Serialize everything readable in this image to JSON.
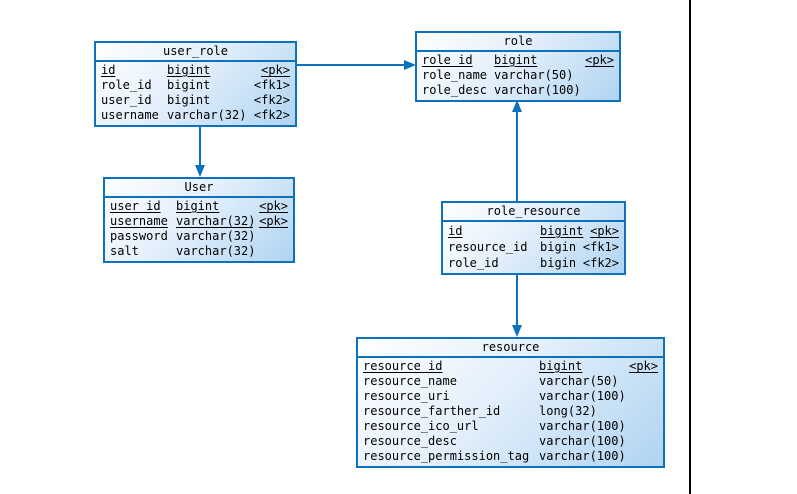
{
  "colors": {
    "table_border": "#0d72bd",
    "table_fill_top": "#ffffff",
    "table_fill_bottom": "#b0d4f1",
    "connector": "#0d72bd",
    "page_break_line": "#000000",
    "text": "#000000"
  },
  "tables": [
    {
      "title": "user_role",
      "columns": [
        {
          "name": "id",
          "type": "bigint",
          "key": "<pk>"
        },
        {
          "name": "role_id",
          "type": "bigint",
          "key": "<fk1>"
        },
        {
          "name": "user_id",
          "type": "bigint",
          "key": "<fk2>"
        },
        {
          "name": "username",
          "type": "varchar(32)",
          "key": "<fk2>"
        }
      ]
    },
    {
      "title": "role",
      "columns": [
        {
          "name": "role_id",
          "type": "bigint",
          "key": "<pk>"
        },
        {
          "name": "role_name",
          "type": "varchar(50)",
          "key": ""
        },
        {
          "name": "role_desc",
          "type": "varchar(100)",
          "key": ""
        }
      ]
    },
    {
      "title": "User",
      "columns": [
        {
          "name": "user_id",
          "type": "bigint",
          "key": "<pk>"
        },
        {
          "name": "username",
          "type": "varchar(32)",
          "key": "<pk>"
        },
        {
          "name": "password",
          "type": "varchar(32)",
          "key": ""
        },
        {
          "name": "salt",
          "type": "varchar(32)",
          "key": ""
        }
      ]
    },
    {
      "title": "role_resource",
      "columns": [
        {
          "name": "id",
          "type": "bigint",
          "key": "<pk>"
        },
        {
          "name": "resource_id",
          "type": "bigint",
          "key": "<fk1>"
        },
        {
          "name": "role_id",
          "type": "bigint",
          "key": "<fk2>"
        }
      ]
    },
    {
      "title": "resource",
      "columns": [
        {
          "name": "resource_id",
          "type": "bigint",
          "key": "<pk>"
        },
        {
          "name": "resource_name",
          "type": "varchar(50)",
          "key": ""
        },
        {
          "name": "resource_uri",
          "type": "varchar(100)",
          "key": ""
        },
        {
          "name": "resource_farther_id",
          "type": "long(32)",
          "key": ""
        },
        {
          "name": "resource_ico_url",
          "type": "varchar(100)",
          "key": ""
        },
        {
          "name": "resource_desc",
          "type": "varchar(100)",
          "key": ""
        },
        {
          "name": "resource_permission_tag",
          "type": "varchar(100)",
          "key": ""
        }
      ]
    }
  ],
  "connectors": [
    {
      "from": "user_role",
      "to": "role",
      "direction": "right"
    },
    {
      "from": "user_role",
      "to": "User",
      "direction": "down"
    },
    {
      "from": "role_resource",
      "to": "role",
      "direction": "up"
    },
    {
      "from": "role_resource",
      "to": "resource",
      "direction": "down"
    }
  ]
}
